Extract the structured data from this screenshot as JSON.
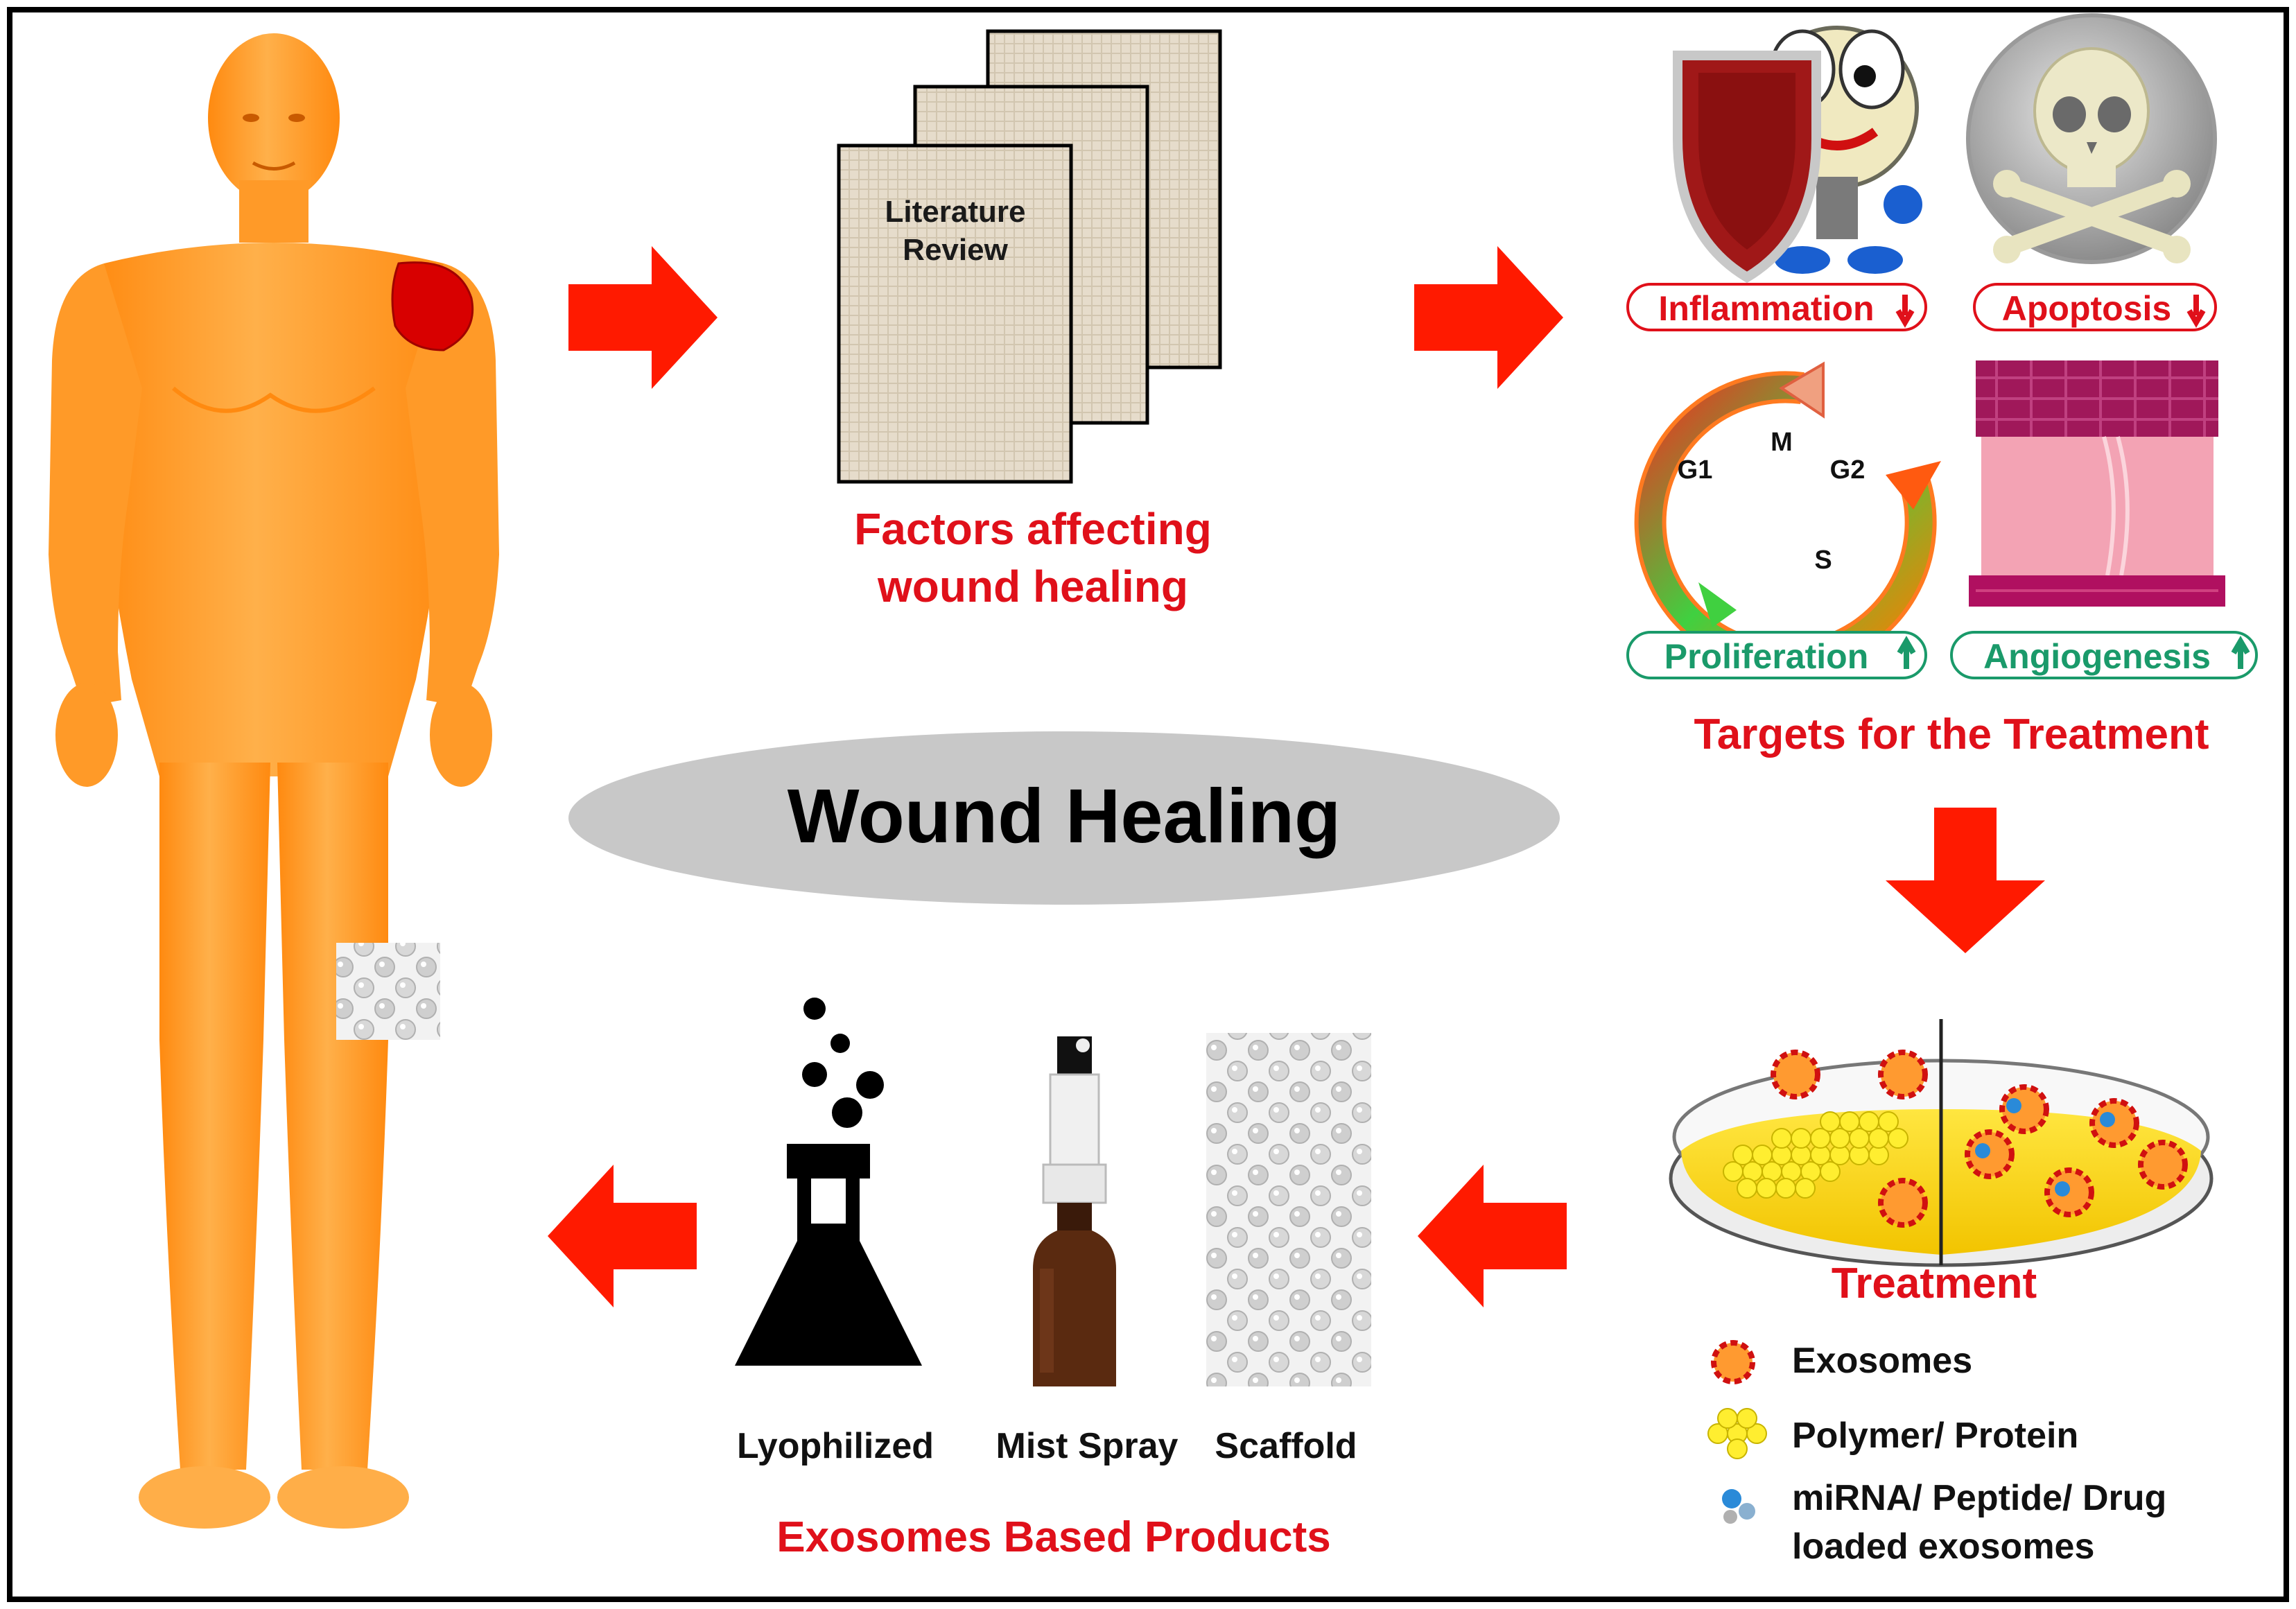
{
  "center": {
    "title": "Wound Healing"
  },
  "literature": {
    "doc_label_line1": "Literature",
    "doc_label_line2": "Review",
    "caption_line1": "Factors affecting",
    "caption_line2": "wound healing"
  },
  "targets": {
    "caption": "Targets for the Treatment",
    "inflammation": "Inflammation",
    "apoptosis": "Apoptosis",
    "proliferation": "Proliferation",
    "angiogenesis": "Angiogenesis",
    "phases": {
      "g1": "G1",
      "m": "M",
      "g2": "G2",
      "s": "S"
    }
  },
  "treatment": {
    "caption": "Treatment",
    "legend": {
      "exosomes": "Exosomes",
      "polymer": "Polymer/ Protein",
      "loaded_line1": "miRNA/ Peptide/ Drug",
      "loaded_line2": "loaded exosomes"
    }
  },
  "products": {
    "caption": "Exosomes Based Products",
    "lyophilized": "Lyophilized",
    "mist_spray": "Mist Spray",
    "scaffold": "Scaffold"
  },
  "colors": {
    "red_arrow": "#ff1a00",
    "caption_red": "#e0101a",
    "teal_text": "#1a9a6a",
    "body_orange": "#ff9d2e",
    "wound_red": "#d80000",
    "ellipse_gray": "#c8c8c8"
  }
}
